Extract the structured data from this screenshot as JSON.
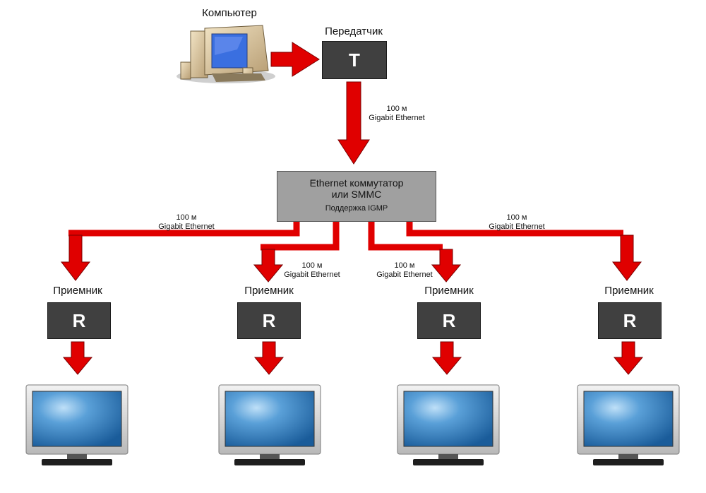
{
  "computer": {
    "label": "Компьютер"
  },
  "transmitter": {
    "label": "Передатчик",
    "letter": "T"
  },
  "link_top": {
    "line1": "100 м",
    "line2": "Gigabit Ethernet"
  },
  "switch": {
    "line1": "Ethernet коммутатор",
    "line2": "или SMMC",
    "line3": "Поддержка IGMP"
  },
  "links": [
    {
      "line1": "100 м",
      "line2": "Gigabit Ethernet"
    },
    {
      "line1": "100 м",
      "line2": "Gigabit Ethernet"
    },
    {
      "line1": "100 м",
      "line2": "Gigabit Ethernet"
    },
    {
      "line1": "100 м",
      "line2": "Gigabit Ethernet"
    }
  ],
  "receivers": [
    {
      "label": "Приемник",
      "letter": "R"
    },
    {
      "label": "Приемник",
      "letter": "R"
    },
    {
      "label": "Приемник",
      "letter": "R"
    },
    {
      "label": "Приемник",
      "letter": "R"
    }
  ],
  "colors": {
    "arrow": "#e00000",
    "box": "#404040",
    "switch": "#a0a0a0",
    "screen": "#2a6fb0"
  }
}
